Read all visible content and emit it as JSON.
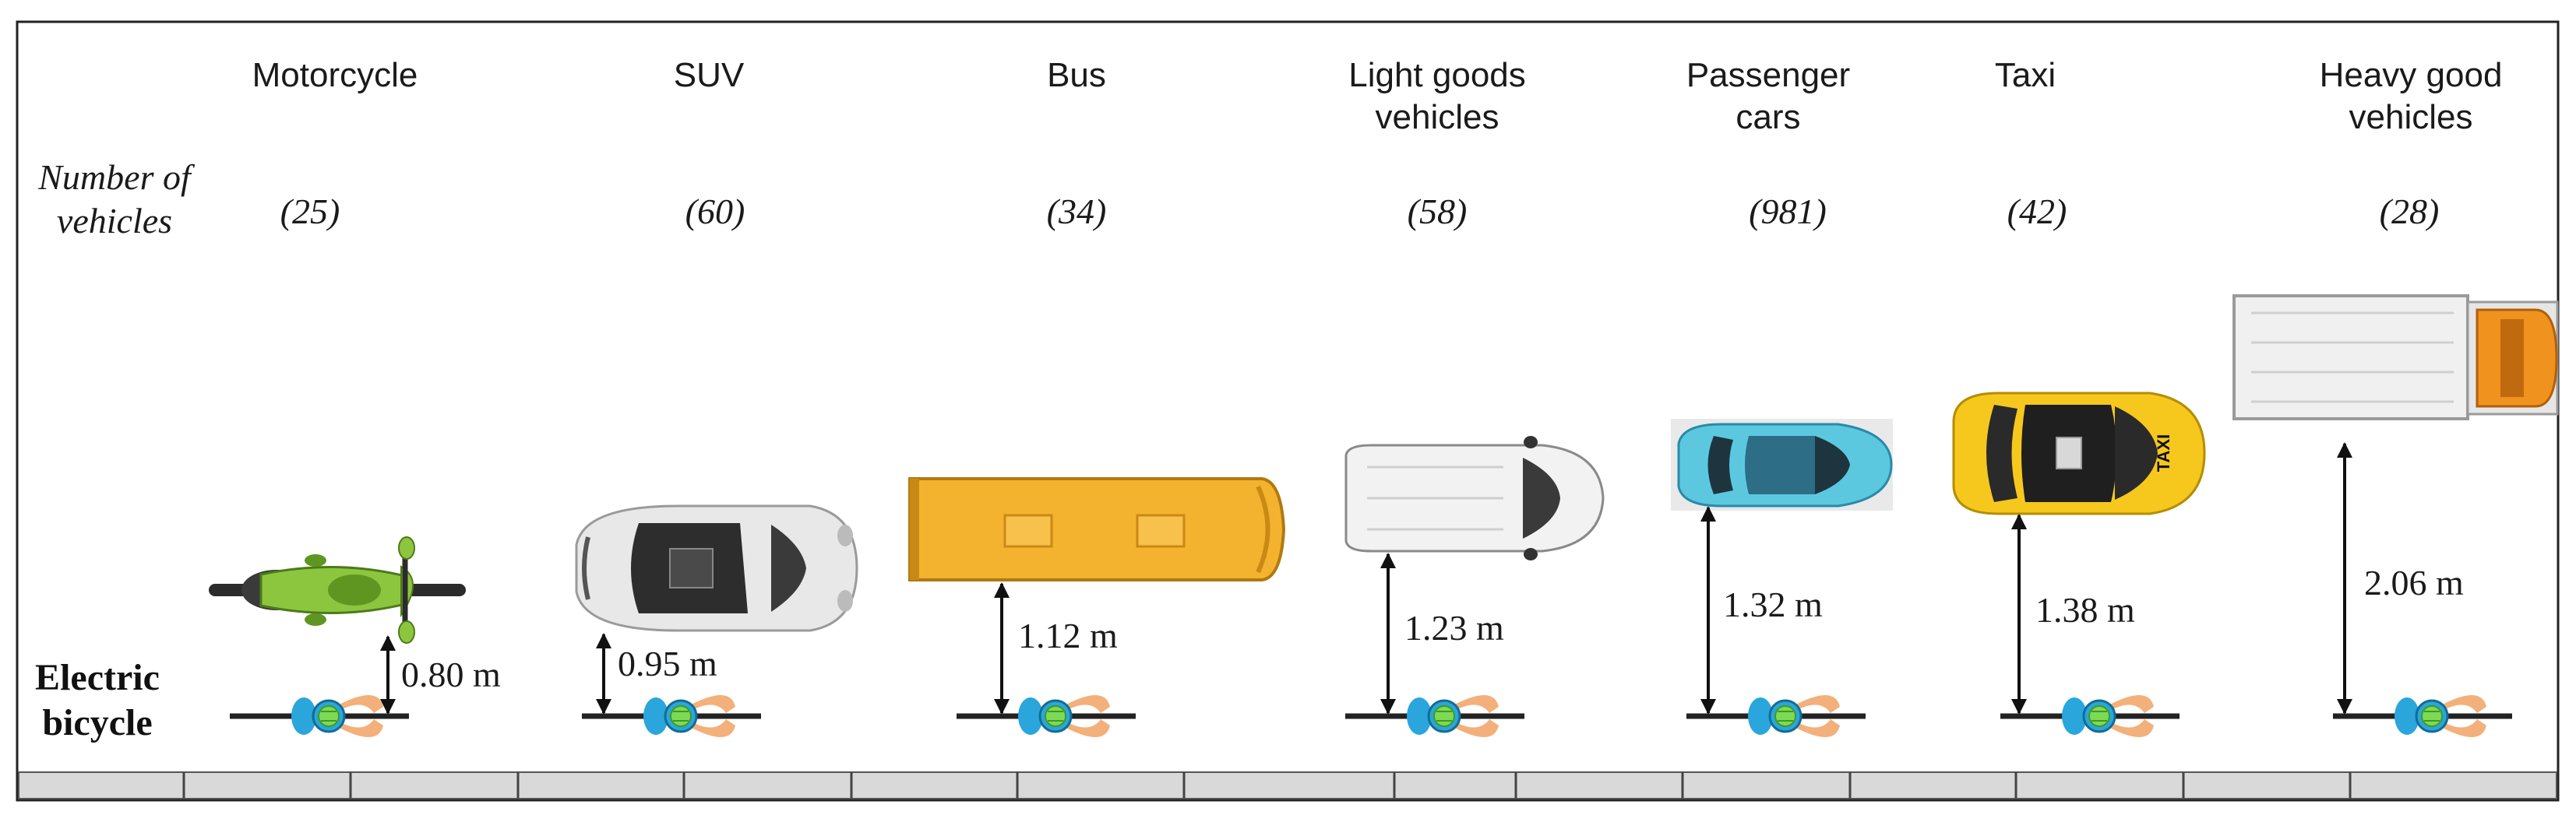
{
  "row_headers": {
    "count_header_line1": "Number of",
    "count_header_line2": "vehicles",
    "rider_line1": "Electric",
    "rider_line2": "bicycle"
  },
  "vehicles": [
    {
      "line1": "Motorcycle",
      "line2": "",
      "count": "(25)",
      "distance": "0.80 m",
      "distance_m": 0.8,
      "color": "#8cc63f"
    },
    {
      "line1": "SUV",
      "line2": "",
      "count": "(60)",
      "distance": "0.95 m",
      "distance_m": 0.95,
      "color": "#e6e6e6"
    },
    {
      "line1": "Bus",
      "line2": "",
      "count": "(34)",
      "distance": "1.12 m",
      "distance_m": 1.12,
      "color": "#f3b32f"
    },
    {
      "line1": "Light goods",
      "line2": "vehicles",
      "count": "(58)",
      "distance": "1.23 m",
      "distance_m": 1.23,
      "color": "#eeeeee"
    },
    {
      "line1": "Passenger",
      "line2": "cars",
      "count": "(981)",
      "distance": "1.32 m",
      "distance_m": 1.32,
      "color": "#5cc8e0"
    },
    {
      "line1": "Taxi",
      "line2": "",
      "count": "(42)",
      "distance": "1.38 m",
      "distance_m": 1.38,
      "color": "#f6c81e"
    },
    {
      "line1": "Heavy good",
      "line2": "vehicles",
      "count": "(28)",
      "distance": "2.06 m",
      "distance_m": 2.06,
      "color": "#dcdcdc"
    }
  ],
  "taxi_sign": "TAXI",
  "colors": {
    "rider_skin": "#f3b07a",
    "rider_helmet": "#2aa6dc",
    "rider_vest": "#7ed957",
    "curb": "#d9d9d9"
  }
}
